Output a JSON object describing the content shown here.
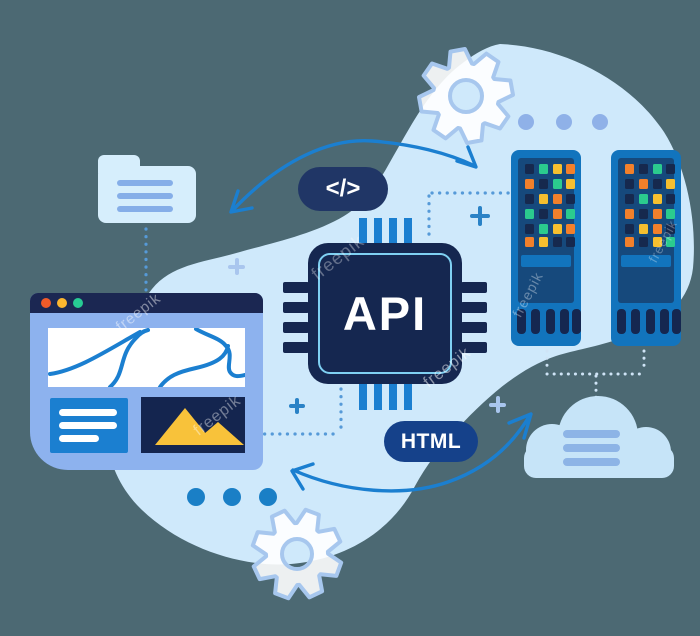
{
  "watermark": {
    "text": "freepik"
  },
  "chip": {
    "label": "API"
  },
  "code_badge": {
    "label": "</>"
  },
  "html_badge": {
    "label": "HTML"
  },
  "browser": {
    "traffic_lights": [
      "#f15b29",
      "#fcb62f",
      "#27cb94"
    ],
    "list_card_lines": 3,
    "image_card_motif": "mountains"
  },
  "folder": {
    "lines": 3
  },
  "cloud": {
    "lines": 3
  },
  "servers": [
    {
      "lights": [
        "ngyo",
        "ongy",
        "nyon",
        "gnog",
        "ngyo",
        "oynn"
      ]
    },
    {
      "lights": [
        "ongn",
        "nony",
        "ngyn",
        "onog",
        "nyon",
        "onyg"
      ]
    }
  ],
  "palette": {
    "background": "#4c6973",
    "blob": "#cfe9fb",
    "navy": "#152750",
    "blue": "#1b7fd0",
    "server_body": "#1274bd",
    "server_panel": "#16497c",
    "window_body": "#8db2ee",
    "folder_fill": "#d6eefc",
    "cloud_fill": "#c6e4f8",
    "periwinkle": "#8fb1e8",
    "mountain_yellow": "#f8c23a",
    "gear_stroke": "#a7c7ee",
    "light_colors": {
      "n": "#16294e",
      "g": "#2bcb8e",
      "y": "#f6bf2f",
      "o": "#f2802b"
    }
  }
}
